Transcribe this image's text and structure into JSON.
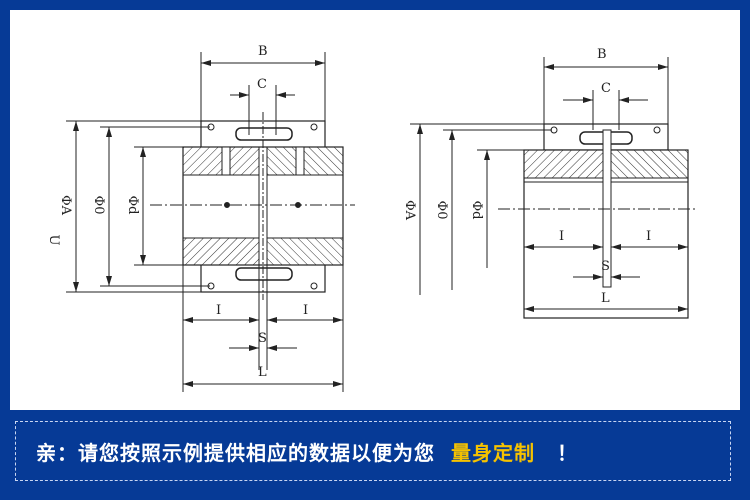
{
  "diagram": {
    "left_view": {
      "labels": {
        "B": "B",
        "C": "C",
        "phiA": "ΦA",
        "phi0": "Φ0",
        "phid": "Φd",
        "U": "U",
        "I_left": "I",
        "I_right": "I",
        "S": "S",
        "L": "L"
      }
    },
    "right_view": {
      "labels": {
        "B": "B",
        "C": "C",
        "phiA": "ΦA",
        "phi0": "Φ0",
        "phid": "Φd",
        "I_left": "I",
        "I_right": "I",
        "S": "S",
        "L": "L"
      }
    }
  },
  "banner": {
    "prefix": "亲：请您按照示例提供相应的数据以便为您",
    "highlight": "量身定制",
    "suffix": "！",
    "highlight_color": "#f5c200"
  }
}
